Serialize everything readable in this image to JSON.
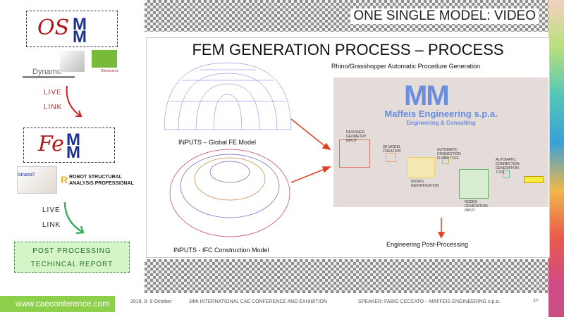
{
  "header": {
    "title": "ONE SINGLE MODEL: VIDEO"
  },
  "panel": {
    "title": "FEM GENERATION PROCESS – PROCESS",
    "rhino_caption": "Rhino/Grasshopper Automatic Procedure Generation",
    "input1_caption": "INPUTS – Global FE Model",
    "input2_caption": "INPUTS - IFC Construction Model",
    "output_caption": "Engineering Post-Processing",
    "diagram": {
      "company": "Maffeis Engineering s.p.a.",
      "tagline": "Engineering & Consulting",
      "labels": [
        "DESIGNER GEOMETRY INPUT",
        "3D MODEL CREATION",
        "AUTOMATIC CONNECTION FILTER TOOL",
        "NODES IDENTIFICATION",
        "AUTOMATIC CONNECTION GENERATION TOOL",
        "NODES GENERATION INPUT"
      ]
    }
  },
  "sidebar": {
    "logo1": "OS",
    "logo2": "Fe",
    "dynamo": "Dynamo",
    "rhino": "Rhinoceros",
    "strand": "Strand7",
    "robot": "ROBOT STRUCTURAL ANALYSIS PROFESSIONAL",
    "live1": [
      "LIVE",
      "LINK"
    ],
    "live2": [
      "LIVE",
      "LINK"
    ],
    "post": [
      "POST PROCESSING",
      "TECHINCAL REPORT"
    ]
  },
  "footer": {
    "url": "www.caeconference.com",
    "date": "2018, 8- 9 October",
    "event": "34th INTERNATIONAL CAE CONFERENCE AND EXHIBITION",
    "speaker": "SPEAKER: FABIO CECCATO – MAFFEIS ENGINEERING s.p.a.",
    "page": "27"
  }
}
